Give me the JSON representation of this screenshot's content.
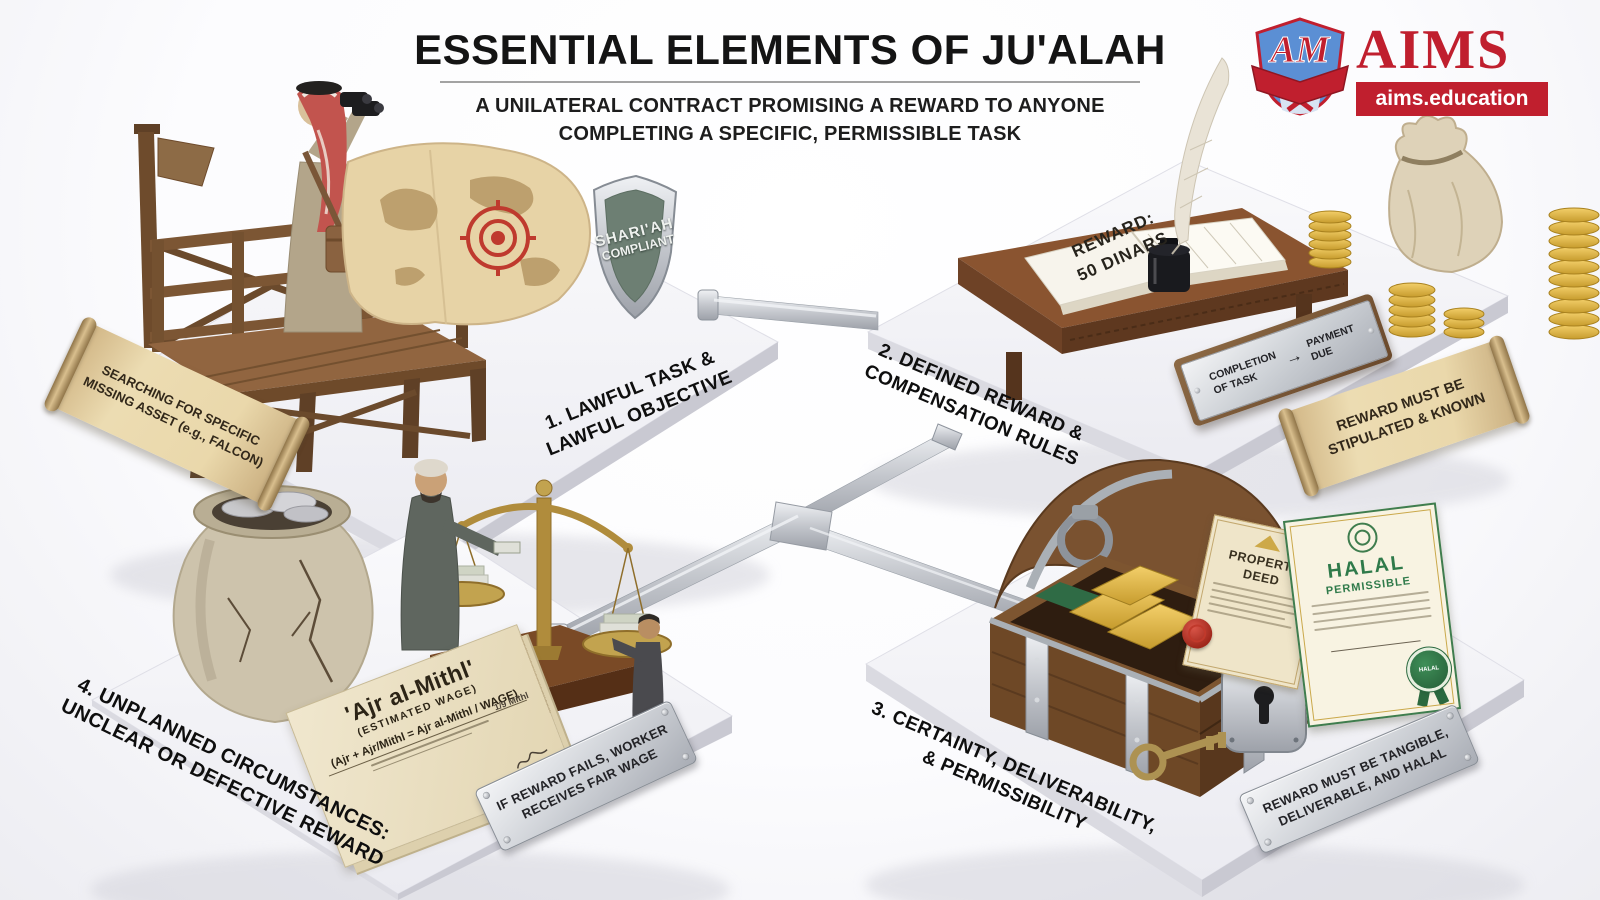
{
  "header": {
    "title": "ESSENTIAL ELEMENTS OF JU'ALAH",
    "subtitle_line1": "A UNILATERAL CONTRACT PROMISING A REWARD TO ANYONE",
    "subtitle_line2": "COMPLETING A SPECIFIC, PERMISSIBLE TASK"
  },
  "logo": {
    "brand": "AIMS",
    "monogram": "AM",
    "website": "aims.education",
    "brand_color": "#c01f2e",
    "shield_color": "#5b8fd4"
  },
  "q1": {
    "scroll_line1": "SEARCHING FOR SPECIFIC",
    "scroll_line2": "MISSING ASSET (e.g., FALCON)",
    "shield_line1": "SHARI'AH",
    "shield_line2": "COMPLIANT",
    "label_line1": "1. LAWFUL TASK &",
    "label_line2": "LAWFUL OBJECTIVE"
  },
  "q2": {
    "book_line1": "REWARD:",
    "book_line2": "50 DINARS",
    "plaque_left_line1": "COMPLETION",
    "plaque_left_line2": "OF TASK",
    "plaque_arrow": "→",
    "plaque_right_line1": "PAYMENT",
    "plaque_right_line2": "DUE",
    "scroll_line1": "REWARD MUST BE",
    "scroll_line2": "STIPULATED & KNOWN",
    "label_line1": "2. DEFINED REWARD &",
    "label_line2": "COMPENSATION RULES"
  },
  "q3": {
    "deed_line1": "PROPERTY",
    "deed_line2": "DEED",
    "cert_line1": "HALAL",
    "cert_line2": "PERMISSIBLE",
    "seal_text": "HALAL",
    "plaque_line1": "REWARD MUST BE TANGIBLE,",
    "plaque_line2": "DELIVERABLE, AND HALAL",
    "label_line1": "3. CERTAINTY, DELIVERABILITY,",
    "label_line2": "& PERMISSIBILITY"
  },
  "q4": {
    "doc_title": "'Ajr al-Mithl'",
    "doc_subtitle": "(ESTIMATED WAGE)",
    "doc_equation": "(Ajr + Ajr/Mithl = Ajr al-Mithl / WAGE)",
    "doc_note": "1/9 Mithl",
    "plaque_line1": "IF REWARD FAILS, WORKER",
    "plaque_line2": "RECEIVES FAIR WAGE",
    "label_line1": "4. UNPLANNED CIRCUMSTANCES:",
    "label_line2": "UNCLEAR OR DEFECTIVE REWARD"
  }
}
